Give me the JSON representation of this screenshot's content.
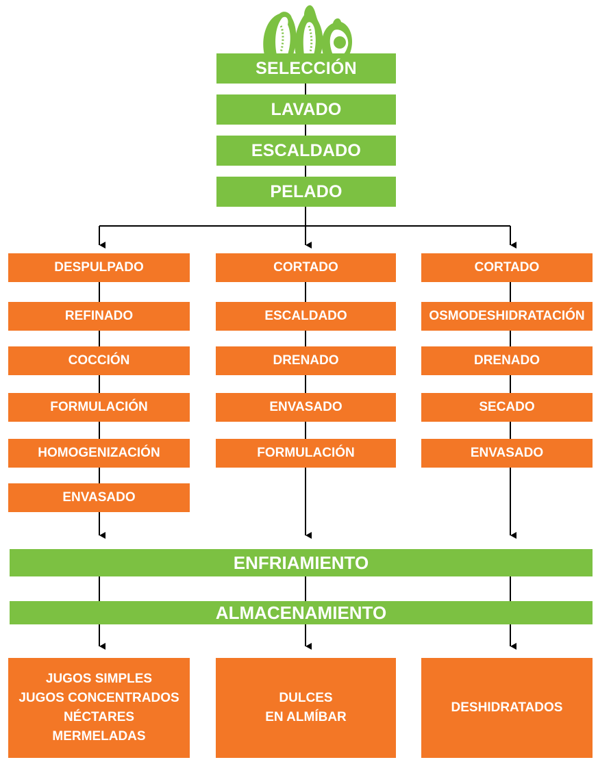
{
  "colors": {
    "green": "#7cc142",
    "orange": "#f37726",
    "line": "#000000"
  },
  "logo": {
    "icon": "guava-fruits-icon"
  },
  "top_steps": [
    "SELECCIÓN",
    "LAVADO",
    "ESCALDADO",
    "PELADO"
  ],
  "columns": [
    {
      "steps": [
        "DESPULPADO",
        "REFINADO",
        "COCCIÓN",
        "FORMULACIÓN",
        "HOMOGENIZACIÓN",
        "ENVASADO"
      ]
    },
    {
      "steps": [
        "CORTADO",
        "ESCALDADO",
        "DRENADO",
        "ENVASADO",
        "FORMULACIÓN"
      ]
    },
    {
      "steps": [
        "CORTADO",
        "OSMODESHIDRATACIÓN",
        "DRENADO",
        "SECADO",
        "ENVASADO"
      ]
    }
  ],
  "shared_steps": [
    "ENFRIAMIENTO",
    "ALMACENAMIENTO"
  ],
  "products": [
    {
      "lines": [
        "JUGOS SIMPLES",
        "JUGOS CONCENTRADOS",
        "NÉCTARES",
        "MERMELADAS"
      ]
    },
    {
      "lines": [
        "DULCES",
        "EN ALMÍBAR"
      ]
    },
    {
      "lines": [
        "DESHIDRATADOS"
      ]
    }
  ]
}
